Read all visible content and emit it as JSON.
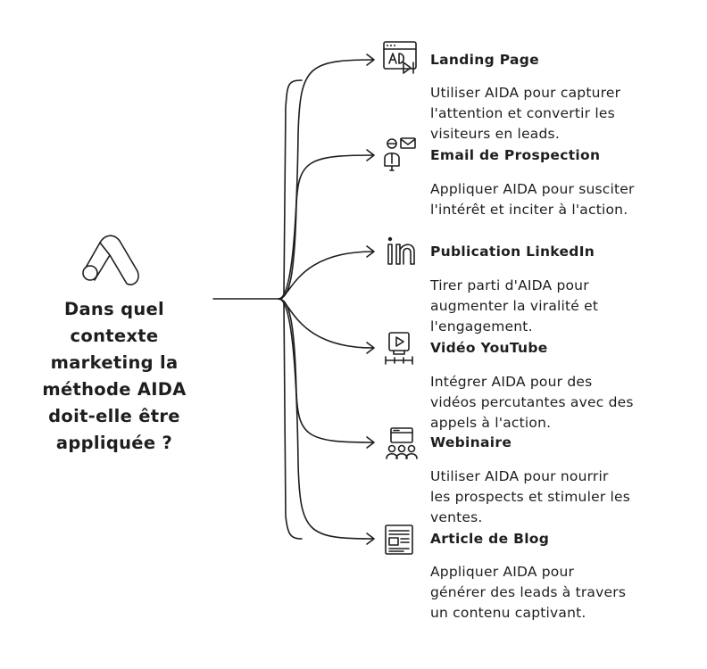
{
  "center": {
    "lines": [
      "Dans quel",
      "contexte",
      "marketing la",
      "méthode AIDA",
      "doit-elle être",
      "appliquée ?"
    ],
    "icon": "ads-logo-icon"
  },
  "branches": [
    {
      "title": "Landing Page",
      "icon": "landing-page-icon",
      "desc": [
        "Utiliser AIDA pour capturer",
        "l'attention et convertir les",
        "visiteurs en leads."
      ]
    },
    {
      "title": "Email de Prospection",
      "icon": "person-email-icon",
      "desc": [
        "Appliquer AIDA pour susciter",
        "l'intérêt et inciter à l'action."
      ]
    },
    {
      "title": "Publication LinkedIn",
      "icon": "linkedin-icon",
      "desc": [
        "Tirer parti d'AIDA pour",
        "augmenter la viralité et",
        "l'engagement."
      ]
    },
    {
      "title": "Vidéo YouTube",
      "icon": "video-play-icon",
      "desc": [
        "Intégrer AIDA pour des",
        "vidéos percutantes avec des",
        "appels à l'action."
      ]
    },
    {
      "title": "Webinaire",
      "icon": "webinar-audience-icon",
      "desc": [
        "Utiliser AIDA pour nourrir",
        "les prospects et stimuler les",
        "ventes."
      ]
    },
    {
      "title": "Article de Blog",
      "icon": "article-document-icon",
      "desc": [
        "Appliquer AIDA pour",
        "générer des leads à travers",
        "un contenu captivant."
      ]
    }
  ]
}
